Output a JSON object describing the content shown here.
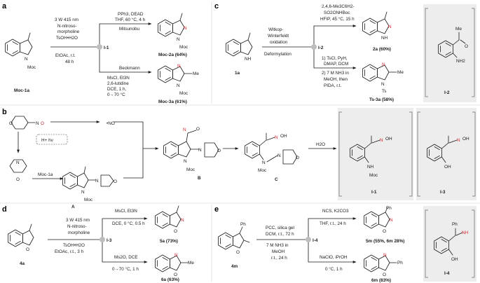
{
  "panels": {
    "a": {
      "label": "a",
      "reagents": [
        "3 W 415 nm",
        "N-nitroso-",
        "morpholine",
        "TsOH•H2O",
        "EtOAc, r.t.",
        "48 h"
      ],
      "intermediate": "I-1",
      "substrate": "Moc-1a",
      "substrate_group": "Moc",
      "top": {
        "conditions": [
          "PPh3, DEAD",
          "THF, 60 °C, 4 h"
        ],
        "name": "Mitsunobu",
        "product": "Moc-2a (64%)",
        "group": "Moc"
      },
      "bottom": {
        "name": "Beckmann",
        "conditions": [
          "MsCl, Et3N",
          "2,6-lutidine",
          "DCE, 1 h,",
          "0→70 °C"
        ],
        "product": "Moc-3a (61%)",
        "group": "Moc"
      }
    },
    "b": {
      "label": "b",
      "reagent_hv": "H+   hν",
      "nitroso_radical": "•NO",
      "labels": {
        "A": "A",
        "B": "B",
        "C": "C",
        "I1": "I-1",
        "I3": "I-3"
      },
      "moc_1a": "Moc-1a",
      "group": "Moc",
      "water": "H2O",
      "oh": "OH"
    },
    "c": {
      "label": "c",
      "substrate": "1a",
      "left_conditions": [
        "Witkop-",
        "Winterfeldt",
        "oxidation"
      ],
      "deformylation": "Deformylation",
      "intermediate": "I-2",
      "top_conditions": [
        "2,4,6-Me3C6H2-",
        "SO2ONHBoc",
        "HFIP, 45 °C, 15 h"
      ],
      "bottom_conditions": [
        "1) TsCl, PyH,",
        "DMAP, DCM",
        "2) 7 M NH3 in",
        "MeOH, then",
        "PIDA, r.t."
      ],
      "product_top": "2a (60%)",
      "product_bottom": "Ts-3a (58%)",
      "box_label": "I-2",
      "nh2": "NH2",
      "me": "Me",
      "ts": "Ts"
    },
    "d": {
      "label": "d",
      "substrate": "4a",
      "reagents": [
        "3 W 415 nm",
        "N-nitroso-",
        "morpholine",
        "TsOH•H2O",
        "EtOAc, r.t., 3 h"
      ],
      "intermediate": "I-3",
      "top_conditions": [
        "MsCl, Et3N",
        "DCE, 0 °C, 0.5 h"
      ],
      "bottom_conditions": [
        "Ms2O, DCE",
        "0→70 °C, 1 h"
      ],
      "product_top": "5a (73%)",
      "product_bottom": "6a (63%)"
    },
    "e": {
      "label": "e",
      "substrate": "4m",
      "ph": "Ph",
      "reagents": [
        "PCC, silica gel",
        "DCM, r.t., 72 h",
        "7 M NH3 in",
        "MeOH",
        "r.t., 24 h"
      ],
      "intermediate": "I-4",
      "top_conditions": [
        "NCS, K2CO3",
        "THF, r.t., 24 h"
      ],
      "bottom_conditions": [
        "NaClO, iPrOH",
        "0 °C, 1 h"
      ],
      "product_top": "5m (55%, 6m 28%)",
      "product_bottom": "6m (83%)",
      "box_label": "I-4",
      "nh": "NH",
      "oh": "OH"
    }
  },
  "colors": {
    "accent": "#d6262d",
    "panel_bg": "#ededed",
    "bracket": "#8a8a8a"
  }
}
